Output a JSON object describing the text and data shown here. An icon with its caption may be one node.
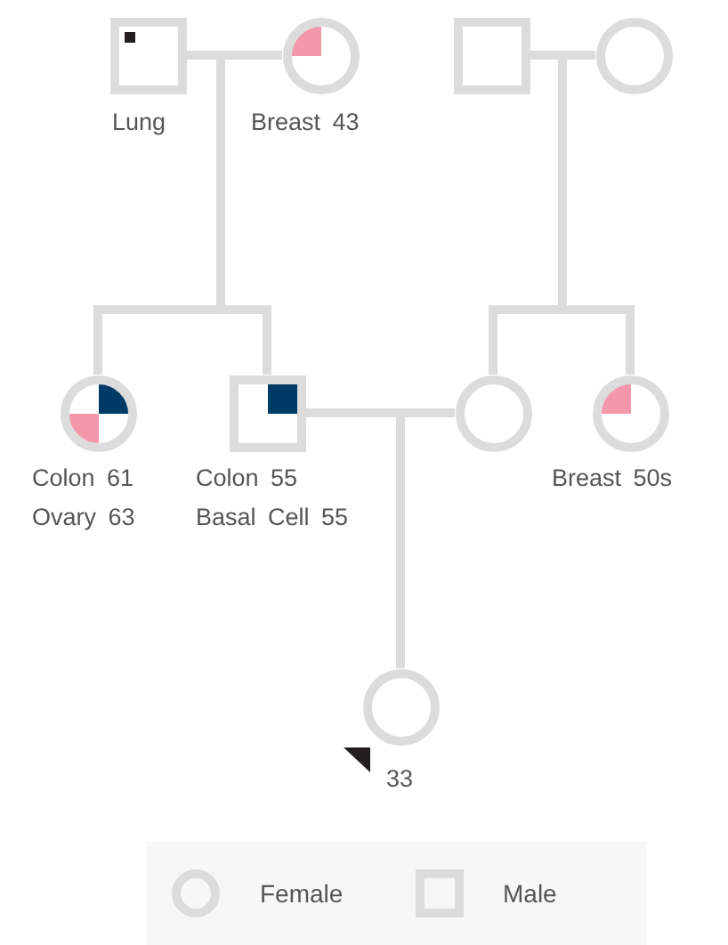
{
  "diagram": {
    "nodes": [
      {
        "text": [],
        "shape": "box",
        "beside": [
          "Lung"
        ]
      },
      {
        "text": [],
        "shape": "circle",
        "beside": [
          "Breast 43"
        ]
      },
      {
        "text": [],
        "shape": "box"
      },
      {
        "text": [],
        "shape": "circle"
      },
      {
        "text": [],
        "shape": "circle",
        "beside": [
          "Colon 61",
          "Ovary 63"
        ]
      },
      {
        "text": [],
        "shape": "box",
        "beside": [
          "Colon 55",
          "Basal Cell 55"
        ]
      },
      {
        "text": [],
        "shape": "circle"
      },
      {
        "text": [],
        "shape": "circle",
        "beside": [
          "Breast 50s"
        ]
      },
      {
        "text": [],
        "shape": "circle",
        "beside": [
          "33"
        ]
      }
    ],
    "edges": [
      {
        "from": 0,
        "to": 1,
        "arrow": "none"
      },
      {
        "from": 0,
        "to": 4,
        "arrow": "none"
      },
      {
        "from": 1,
        "to": 4,
        "arrow": "none"
      },
      {
        "from": 0,
        "to": 5,
        "arrow": "none"
      },
      {
        "from": 1,
        "to": 5,
        "arrow": "none"
      },
      {
        "from": 2,
        "to": 3,
        "arrow": "none"
      },
      {
        "from": 2,
        "to": 6,
        "arrow": "none"
      },
      {
        "from": 3,
        "to": 6,
        "arrow": "none"
      },
      {
        "from": 2,
        "to": 7,
        "arrow": "none"
      },
      {
        "from": 3,
        "to": 7,
        "arrow": "none"
      },
      {
        "from": 5,
        "to": 6,
        "arrow": "none"
      },
      {
        "from": 5,
        "to": 8,
        "arrow": "none"
      },
      {
        "from": 6,
        "to": 8,
        "arrow": "none"
      }
    ],
    "legend": [
      {
        "text": "Female"
      },
      {
        "text": "Male"
      }
    ]
  }
}
